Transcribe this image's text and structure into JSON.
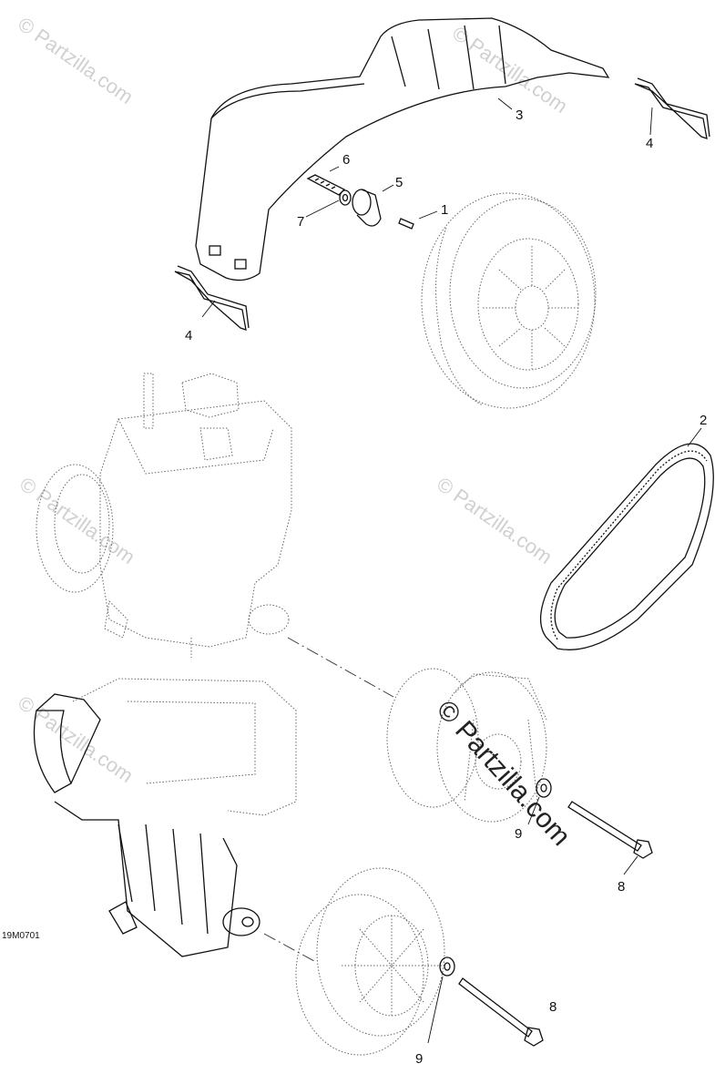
{
  "diagram_code": "19M0701",
  "callouts": {
    "c1": "1",
    "c2": "2",
    "c3": "3",
    "c4a": "4",
    "c4b": "4",
    "c5": "5",
    "c6": "6",
    "c7": "7",
    "c8a": "8",
    "c8b": "8",
    "c9a": "9",
    "c9b": "9"
  },
  "watermarks": {
    "faint": "© Partzilla.com",
    "stamp": "© Partzilla.com"
  }
}
